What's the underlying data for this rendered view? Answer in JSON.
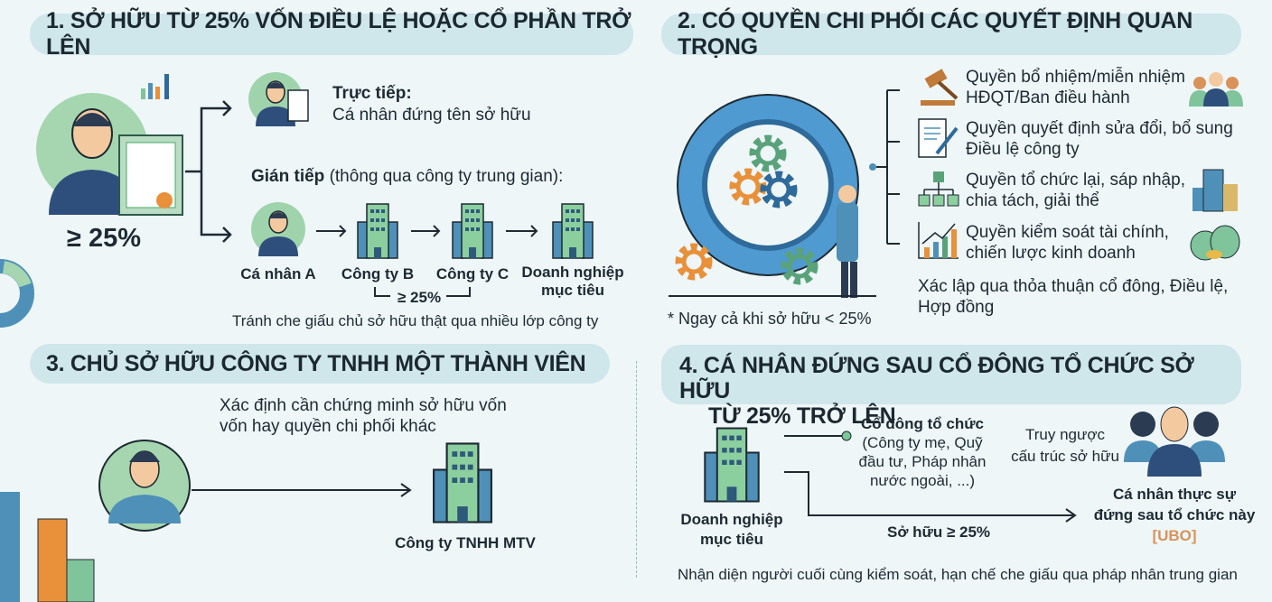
{
  "section1": {
    "title": "1. SỞ HỮU TỪ 25% VỐN ĐIỀU LỆ HOẶC CỔ PHẦN TRỞ LÊN",
    "threshold": "≥ 25%",
    "direct_title": "Trực tiếp:",
    "direct_desc": "Cá nhân đứng tên sở hữu",
    "indirect_title": "Gián tiếp",
    "indirect_desc": "(thông qua công ty trung gian):",
    "chain": [
      "Cá nhân A",
      "Công ty B",
      "Công ty C",
      "Doanh nghiệp mục tiêu"
    ],
    "chain_threshold": "≥ 25%",
    "note": "Tránh che giấu chủ sở hữu thật qua nhiều lớp công ty"
  },
  "section2": {
    "title": "2. CÓ QUYỀN CHI PHỐI CÁC QUYẾT ĐỊNH QUAN TRỌNG",
    "rights": [
      {
        "line1": "Quyền bổ nhiệm/miễn nhiệm",
        "line2": "HĐQT/Ban điều hành",
        "icon": "gavel-icon"
      },
      {
        "line1": "Quyền quyết định sửa đổi, bổ sung",
        "line2": "Điều lệ công ty",
        "icon": "document-pen-icon"
      },
      {
        "line1": "Quyền tổ chức lại, sáp nhập,",
        "line2": "chia tách, giải thể",
        "icon": "org-chart-icon"
      },
      {
        "line1": "Quyền kiểm soát tài chính,",
        "line2": "chiến lược kinh doanh",
        "icon": "growth-chart-icon"
      }
    ],
    "established_line1": "Xác lập qua thỏa thuận cổ đông, Điều lệ,",
    "established_line2": "Hợp đồng",
    "footnote": "* Ngay cả khi sở hữu < 25%"
  },
  "section3": {
    "title": "3. CHỦ SỞ HỮU CÔNG TY TNHH MỘT THÀNH VIÊN",
    "desc_line1": "Xác định cần chứng minh sở hữu vốn",
    "desc_line2": "vốn hay quyền chi phối khác",
    "company": "Công ty TNHH MTV"
  },
  "section4": {
    "title_line1": "4. CÁ NHÂN ĐỨNG SAU CỔ ĐÔNG TỔ CHỨC SỞ HỮU",
    "title_line2": "TỪ 25% TRỞ LÊN",
    "enterprise_line1": "Doanh nghiệp",
    "enterprise_line2": "mục tiêu",
    "shareholder_title": "Cổ đông tổ chức",
    "shareholder_desc": [
      "(Công ty mẹ, Quỹ",
      "đầu tư, Pháp nhân",
      "nước ngoài, ...)"
    ],
    "trace_line1": "Truy ngược",
    "trace_line2": "cấu trúc sở hữu",
    "ownership": "Sở hữu ≥ 25%",
    "ubo_line1": "Cá nhân thực sự",
    "ubo_line2": "đứng sau tổ chức này",
    "ubo_tag": "[UBO]",
    "note": "Nhận diện người cuối cùng kiểm soát, hạn chế che giấu qua pháp nhân trung gian"
  },
  "colors": {
    "background": "#eef6f8",
    "pill": "#cfe6eb",
    "blue": "#2e4f7c",
    "green": "#7fc49a",
    "orange": "#e8913a",
    "ubo": "#d9935a"
  }
}
